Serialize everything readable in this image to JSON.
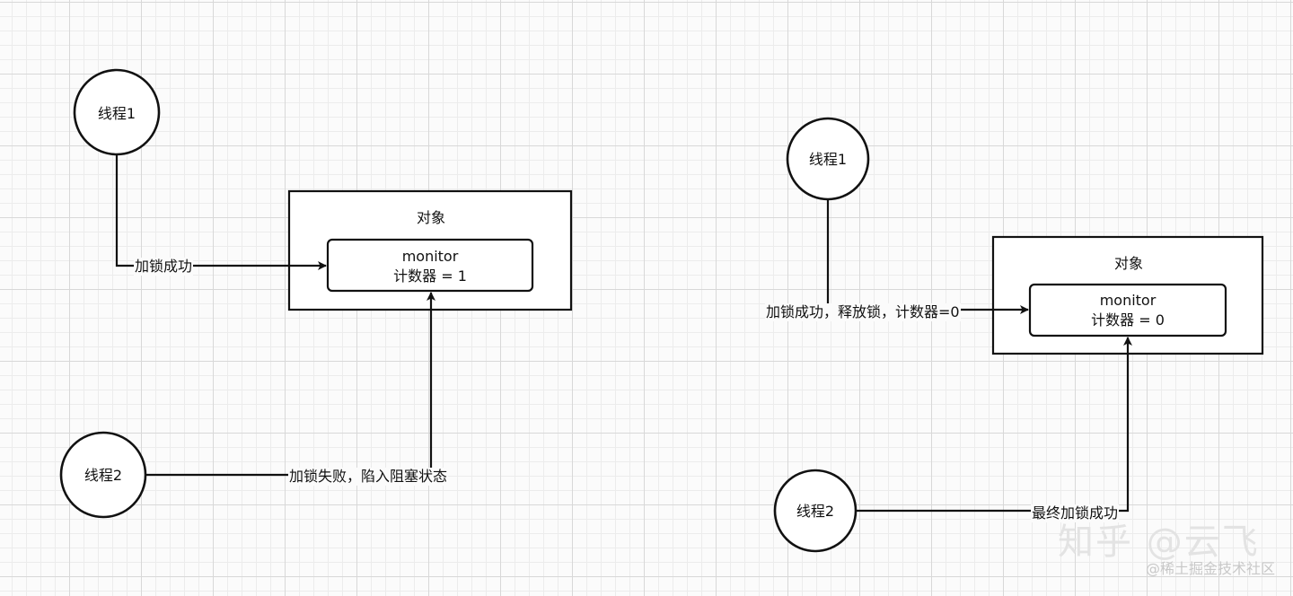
{
  "left": {
    "thread1": "线程1",
    "thread2": "线程2",
    "object_title": "对象",
    "monitor": "monitor",
    "counter": "计数器 = 1",
    "edge_thread1": "加锁成功",
    "edge_thread2": "加锁失败，陷入阻塞状态"
  },
  "right": {
    "thread1": "线程1",
    "thread2": "线程2",
    "object_title": "对象",
    "monitor": "monitor",
    "counter": "计数器 = 0",
    "edge_thread1": "加锁成功，释放锁，计数器=0",
    "edge_thread2": "最终加锁成功"
  },
  "watermarks": {
    "zhihu": "知乎 @云飞",
    "juejin": "@稀土掘金技术社区"
  },
  "colors": {
    "stroke": "#111111",
    "background": "#fbfbfb",
    "grid": "#d8d8d8"
  }
}
